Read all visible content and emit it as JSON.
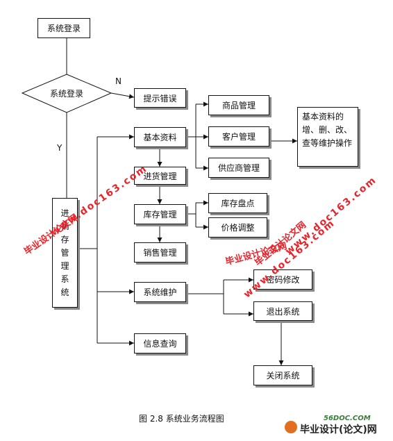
{
  "nodes": {
    "login_start": "系统登录",
    "login_check": "系统登录",
    "error": "提示错误",
    "main_system": "进销存管理系统",
    "basic_info": "基本资料",
    "purchase": "进货管理",
    "inventory": "库存管理",
    "sales": "销售管理",
    "sys_maint": "系统维护",
    "info_query": "信息查询",
    "goods": "商品管理",
    "customer": "客户管理",
    "supplier": "供应商管理",
    "basic_ops": "基本资料的增、删、改、查等维护操作",
    "stock_check": "库存盘点",
    "price_adjust": "价格调整",
    "pwd_change": "密码修改",
    "exit_system": "退出系统",
    "close_system": "关闭系统"
  },
  "edge_labels": {
    "no": "N",
    "yes": "Y"
  },
  "caption": "图 2.8    系统业务流程图",
  "watermarks": {
    "site_1": "毕业设计论文网",
    "url_1": "www.doc163.com",
    "site_2": "毕业设计论文网",
    "url_2": "www.doc163.com",
    "site_3": "毕业设计论文网",
    "url_3": "www.doc163.com"
  },
  "footer": {
    "site": "56DOC.COM",
    "brand": "毕业设计(论文)网"
  },
  "colors": {
    "watermark": "#e8232a",
    "shadow": "#8a8a8a",
    "line": "#111111"
  }
}
